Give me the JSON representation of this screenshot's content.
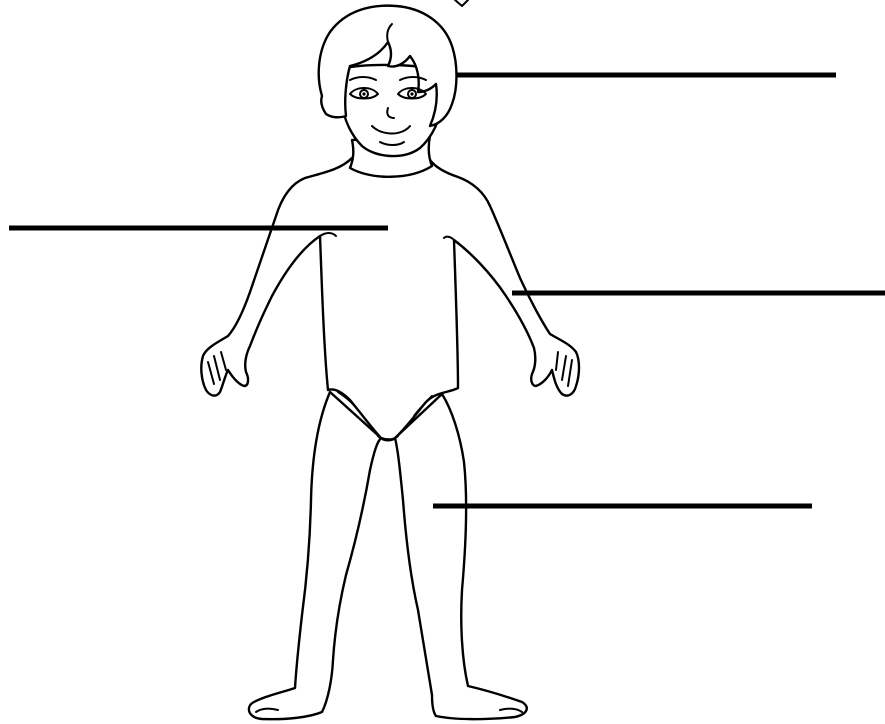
{
  "diagram": {
    "subject": "child-body-outline",
    "line_color": "#000000",
    "background": "#ffffff",
    "labels": [
      {
        "part": "head",
        "text": ""
      },
      {
        "part": "chest",
        "text": ""
      },
      {
        "part": "arm",
        "text": ""
      },
      {
        "part": "leg",
        "text": ""
      }
    ]
  }
}
